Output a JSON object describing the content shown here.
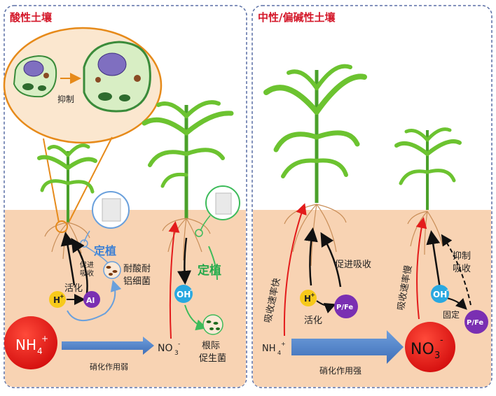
{
  "left_panel": {
    "title": "酸性土壤",
    "inset_label": "抑制",
    "label_promote_absorb_1": "促进",
    "label_promote_absorb_2": "吸收",
    "label_colonize_1": "定植",
    "label_activate": "活化",
    "label_tolerant_1": "耐酸耐",
    "label_tolerant_2": "铝细菌",
    "ion_h": "H",
    "ion_h_sup": "+",
    "ion_al": "Al",
    "ion_oh": "OH",
    "ion_oh_sup": "-",
    "label_colonize_2": "定植",
    "nh4_main": "NH",
    "nh4_sub": "4",
    "nh4_sup": "+",
    "no3_main": "NO",
    "no3_sub": "3",
    "no3_sup": "-",
    "nitrification": "硝化作用弱",
    "rhizo_1": "根际",
    "rhizo_2": "促生菌"
  },
  "right_panel": {
    "title": "中性/偏碱性土壤",
    "absorb_fast": "吸收速率快",
    "absorb_slow": "吸收速率慢",
    "promote_absorb": "促进吸收",
    "inhibit_1": "抑制",
    "inhibit_2": "吸收",
    "fix": "固定",
    "activate": "活化",
    "ion_h": "H",
    "ion_h_sup": "+",
    "ion_oh": "OH",
    "ion_oh_sup": "-",
    "pfe_1": "P/Fe",
    "pfe_2": "P/Fe",
    "nh4_main": "NH",
    "nh4_sub": "4",
    "nh4_sup": "+",
    "no3_main": "NO",
    "no3_sub": "3",
    "no3_sup": "-",
    "nitrification": "硝化作用强"
  },
  "colors": {
    "title_red": "#d4182a",
    "soil": "#f8d3b3",
    "panel_border": "#5a6fa5",
    "arrow_blue": "#5b8fd3",
    "red_circle": "#ee1c1c",
    "ion_yellow": "#f7c91a",
    "ion_purple": "#7a2fb2",
    "ion_cyan": "#29a8e0",
    "green_label": "#23a84a",
    "blue_label": "#3b7fd4"
  }
}
